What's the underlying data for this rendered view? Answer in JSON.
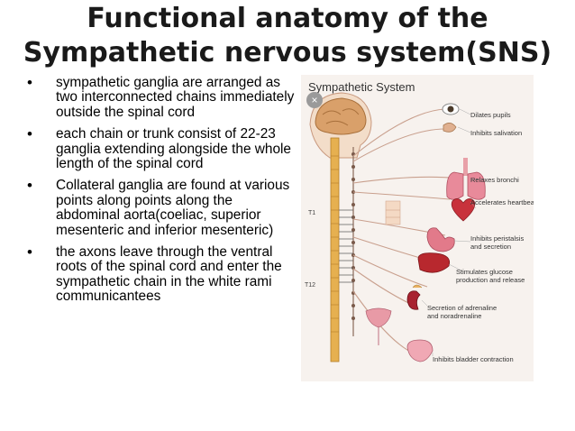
{
  "slide": {
    "title_line1": "Functional anatomy of the",
    "title_line2": "Sympathetic nervous system(SNS)",
    "bullets": [
      "sympathetic ganglia are arranged as two interconnected chains immediately outside the spinal cord",
      "each chain or trunk consist of 22-23 ganglia extending alongside the whole length of the spinal cord",
      "Collateral  ganglia are found at various points along points along the abdominal aorta(coeliac, superior mesenteric and inferior mesenteric)",
      "the axons leave through the ventral roots of the spinal cord and enter the sympathetic chain in the white rami communicantees"
    ],
    "bullet_symbol": "•"
  },
  "figure": {
    "title": "Sympathetic System",
    "close_symbol": "×",
    "segment_t1": "T1",
    "segment_t12": "T12",
    "labels": {
      "pupils": "Dilates pupils",
      "salivation": "Inhibits salivation",
      "bronchi": "Relaxes bronchi",
      "heartbeat": "Accelerates heartbeat",
      "peristalsis_1": "Inhibits peristalsis",
      "peristalsis_2": "and secretion",
      "glucose_1": "Stimulates glucose",
      "glucose_2": "production and release",
      "adrenaline_1": "Secretion of adrenaline",
      "adrenaline_2": "and noradrenaline",
      "bladder": "Inhibits bladder contraction"
    },
    "colors": {
      "nerve": "#c9a08e",
      "brain": "#d9a06a",
      "spine": "#e6b050",
      "organ_red": "#c8323c",
      "organ_pink": "#e88a9a",
      "liver": "#b8282e",
      "kidney": "#a82230"
    }
  }
}
